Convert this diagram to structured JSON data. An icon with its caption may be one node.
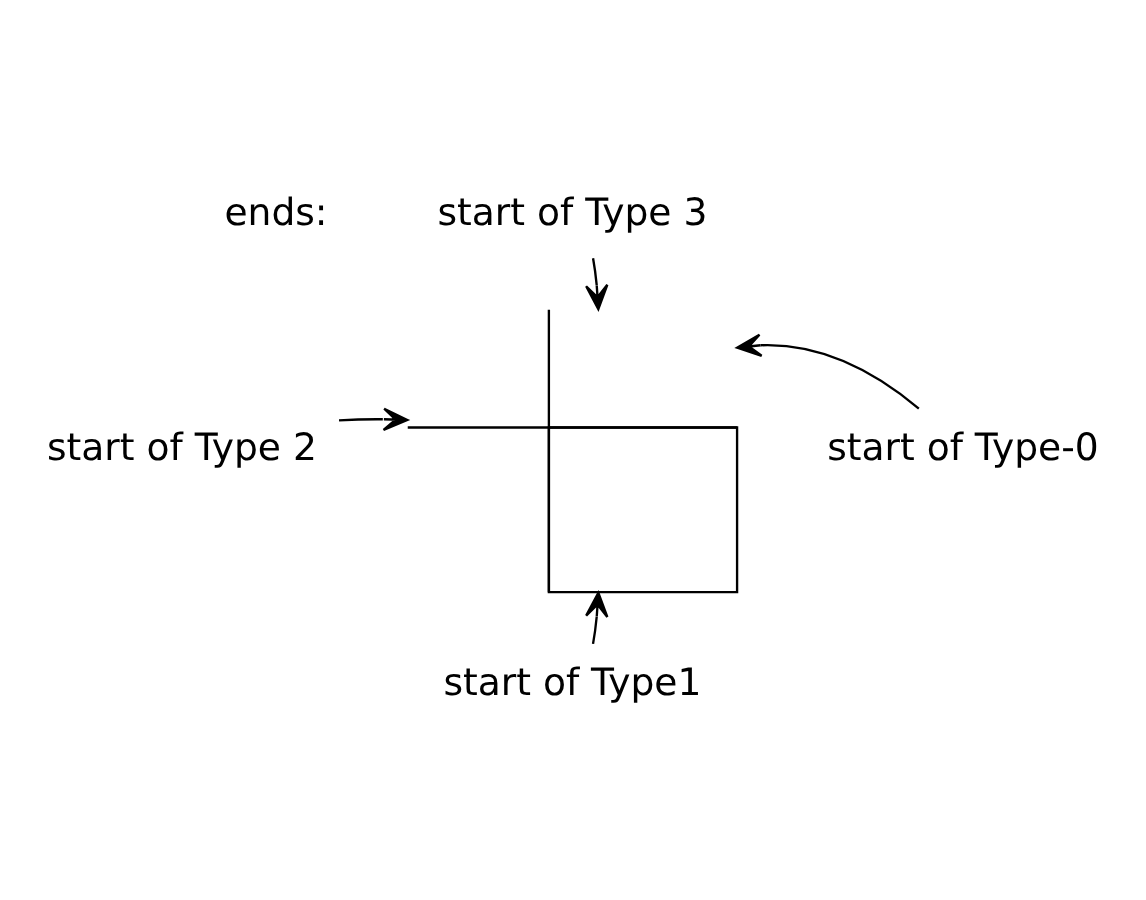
{
  "diagram": {
    "nodes": [
      {
        "text": [
          "start of Type 3"
        ]
      },
      {
        "text": [],
        "shape": "cross"
      },
      {
        "text": [
          "start of Type-0"
        ]
      },
      {
        "text": [
          "start of Type 2"
        ]
      },
      {
        "text": [
          "start of Type1"
        ]
      }
    ],
    "edges": [
      {
        "from": 0,
        "to": 1,
        "arrow": "to"
      },
      {
        "from": 2,
        "to": 1,
        "arrow": "to"
      },
      {
        "from": 3,
        "to": 1,
        "arrow": "to"
      },
      {
        "from": 4,
        "to": 1,
        "arrow": "to"
      }
    ],
    "labels": [
      "ends:"
    ]
  }
}
